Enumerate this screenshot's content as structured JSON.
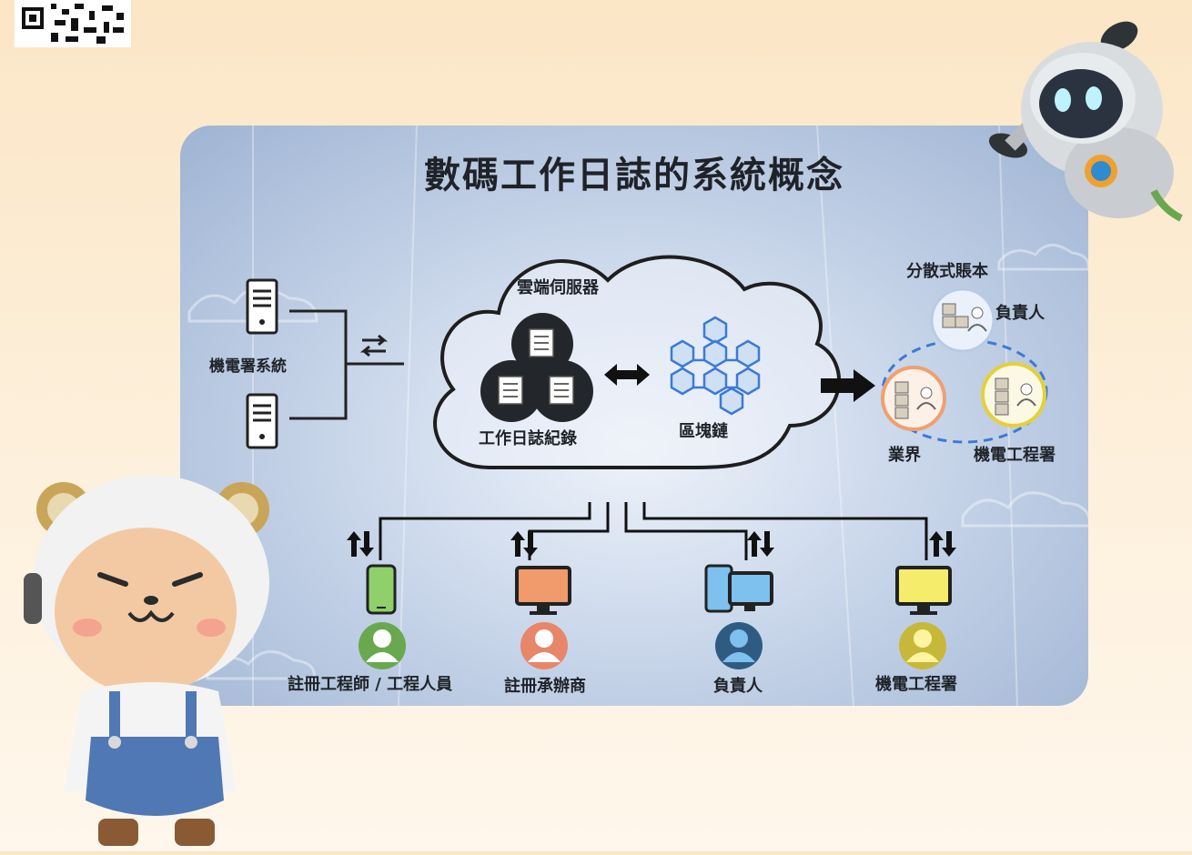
{
  "title": "數碼工作日誌的系統概念",
  "left_system": {
    "label": "機電署系統"
  },
  "cloud": {
    "label": "雲端伺服器",
    "left_label": "工作日誌紀錄",
    "right_label": "區塊鏈"
  },
  "ledger": {
    "title": "分散式賬本",
    "nodes": [
      "負責人",
      "業界",
      "機電工程署"
    ]
  },
  "users": [
    {
      "label": "註冊工程師 / 工程人員",
      "device": "phone-icon",
      "color": "#6aa84f"
    },
    {
      "label": "註冊承辦商",
      "device": "monitor-icon",
      "color": "#e8866a"
    },
    {
      "label": "負責人",
      "device": "phone-monitor-icon",
      "color": "#4a8fd0"
    },
    {
      "label": "機電工程署",
      "device": "monitor-icon",
      "color": "#e5d03a"
    }
  ],
  "colors": {
    "accent_orange": "#f0a070",
    "accent_yellow": "#e5d03a",
    "link_blue": "#3c7ad6"
  }
}
